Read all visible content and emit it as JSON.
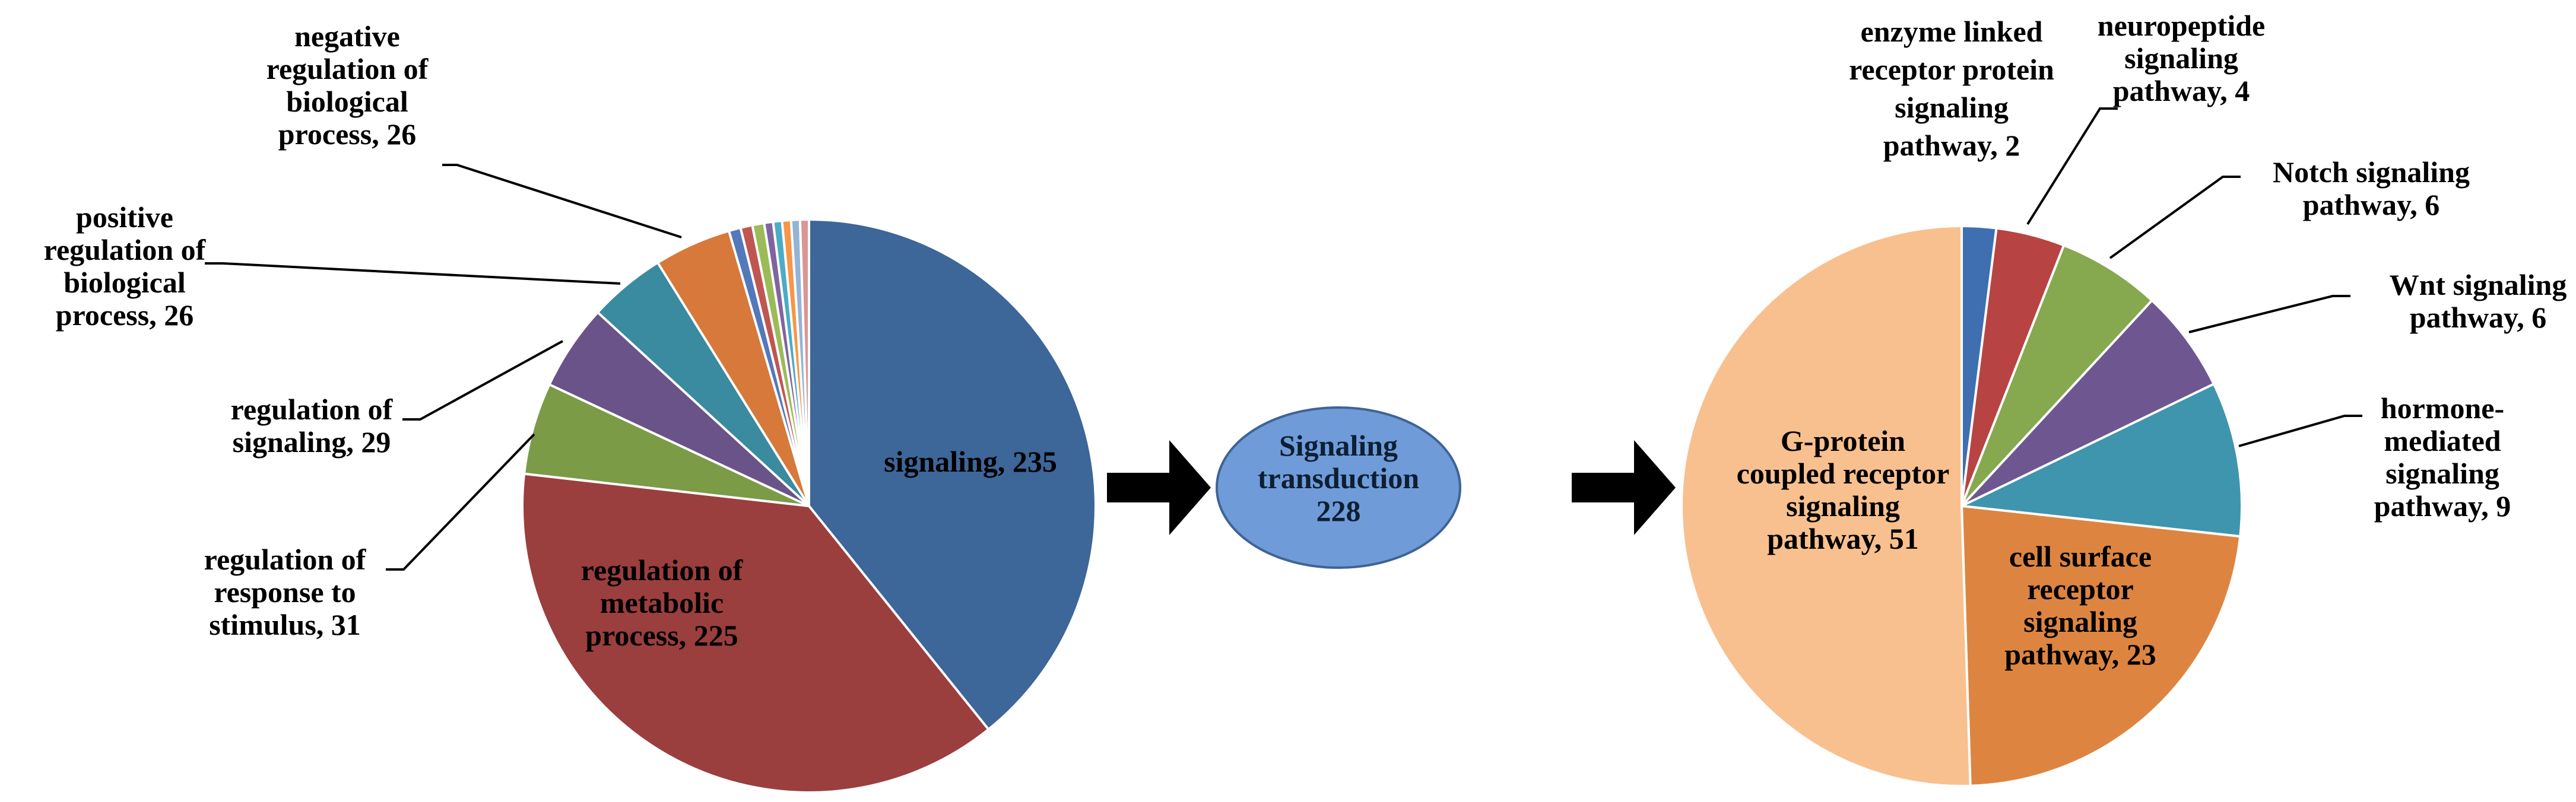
{
  "chart_data": [
    {
      "type": "pie",
      "slices": [
        {
          "label": "signaling, 235",
          "value": 235,
          "color": "#3d6699"
        },
        {
          "label": "regulation of metabolic process, 225",
          "value": 225,
          "color": "#9b3e3e"
        },
        {
          "label": "regulation of response to stimulus, 31",
          "value": 31,
          "color": "#7b9b47"
        },
        {
          "label": "regulation of signaling, 29",
          "value": 29,
          "color": "#6a5388"
        },
        {
          "label": "positive regulation of biological process, 26",
          "value": 26,
          "color": "#3a8aa0"
        },
        {
          "label": "negative regulation of biological process, 26",
          "value": 26,
          "color": "#d6793a"
        },
        {
          "label": "",
          "value": 4,
          "color": "#5279ba"
        },
        {
          "label": "",
          "value": 4,
          "color": "#c05651"
        },
        {
          "label": "",
          "value": 4,
          "color": "#9bbb59"
        },
        {
          "label": "",
          "value": 3,
          "color": "#8064a2"
        },
        {
          "label": "",
          "value": 3,
          "color": "#4bacc6"
        },
        {
          "label": "",
          "value": 3,
          "color": "#f79646"
        },
        {
          "label": "",
          "value": 3,
          "color": "#95b3d7"
        },
        {
          "label": "",
          "value": 3,
          "color": "#d99694"
        }
      ]
    },
    {
      "type": "pie",
      "slices": [
        {
          "label": "enzyme linked receptor protein signaling pathway, 2",
          "value": 2,
          "color": "#3f6fb0"
        },
        {
          "label": "neuropeptide signaling pathway, 4",
          "value": 4,
          "color": "#b84343"
        },
        {
          "label": "Notch signaling pathway, 6",
          "value": 6,
          "color": "#86a84e"
        },
        {
          "label": "Wnt signaling pathway, 6",
          "value": 6,
          "color": "#6e5790"
        },
        {
          "label": "hormone-mediated signaling pathway, 9",
          "value": 9,
          "color": "#3e95ad"
        },
        {
          "label": "cell surface receptor signaling pathway, 23",
          "value": 23,
          "color": "#dd8540"
        },
        {
          "label": "G-protein coupled receptor signaling pathway, 51",
          "value": 51,
          "color": "#f8c08e"
        }
      ]
    }
  ],
  "center": {
    "text": "Signaling transduction 228",
    "color": "#6f9bd8"
  },
  "labels": {
    "p1_signaling": [
      "signaling, 235"
    ],
    "p1_metabolic": [
      "regulation of",
      "metabolic",
      "process, 225"
    ],
    "p1_response": [
      "regulation of",
      "response to",
      "stimulus, 31"
    ],
    "p1_reg_signaling": [
      "regulation of",
      "signaling, 29"
    ],
    "p1_positive": [
      "positive",
      "regulation of",
      "biological",
      "process, 26"
    ],
    "p1_negative": [
      "negative",
      "regulation of",
      "biological",
      "process, 26"
    ],
    "center": [
      "Signaling",
      "transduction",
      "228"
    ],
    "p2_enzyme": [
      "enzyme linked",
      "receptor protein",
      "signaling",
      "pathway, 2"
    ],
    "p2_neuro": [
      "neuropeptide",
      "signaling",
      "pathway, 4"
    ],
    "p2_notch": [
      "Notch signaling",
      "pathway, 6"
    ],
    "p2_wnt": [
      "Wnt signaling",
      "pathway, 6"
    ],
    "p2_hormone": [
      "hormone-",
      "mediated",
      "signaling",
      "pathway, 9"
    ],
    "p2_cell": [
      "cell surface",
      "receptor",
      "signaling",
      "pathway, 23"
    ],
    "p2_gprotein": [
      "G-protein",
      "coupled receptor",
      "signaling",
      "pathway, 51"
    ]
  }
}
